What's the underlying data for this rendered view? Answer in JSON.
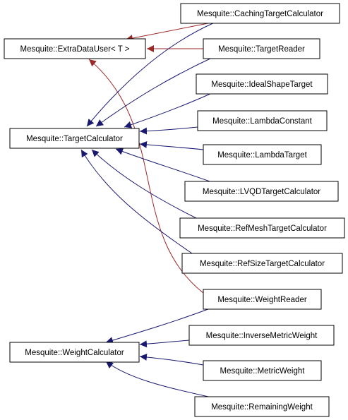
{
  "nodes": {
    "extra_data_user": "Mesquite::ExtraDataUser< T >",
    "target_calculator": "Mesquite::TargetCalculator",
    "weight_calculator": "Mesquite::WeightCalculator",
    "caching_target_calculator": "Mesquite::CachingTargetCalculator",
    "target_reader": "Mesquite::TargetReader",
    "ideal_shape_target": "Mesquite::IdealShapeTarget",
    "lambda_constant": "Mesquite::LambdaConstant",
    "lambda_target": "Mesquite::LambdaTarget",
    "lvqd_target_calculator": "Mesquite::LVQDTargetCalculator",
    "ref_mesh_target_calculator": "Mesquite::RefMeshTargetCalculator",
    "ref_size_target_calculator": "Mesquite::RefSizeTargetCalculator",
    "weight_reader": "Mesquite::WeightReader",
    "inverse_metric_weight": "Mesquite::InverseMetricWeight",
    "metric_weight": "Mesquite::MetricWeight",
    "remaining_weight": "Mesquite::RemainingWeight"
  },
  "colors": {
    "inheritance_edge": "#191970",
    "template_edge": "#9a2a2a",
    "node_border": "#000000",
    "background": "#ffffff"
  }
}
